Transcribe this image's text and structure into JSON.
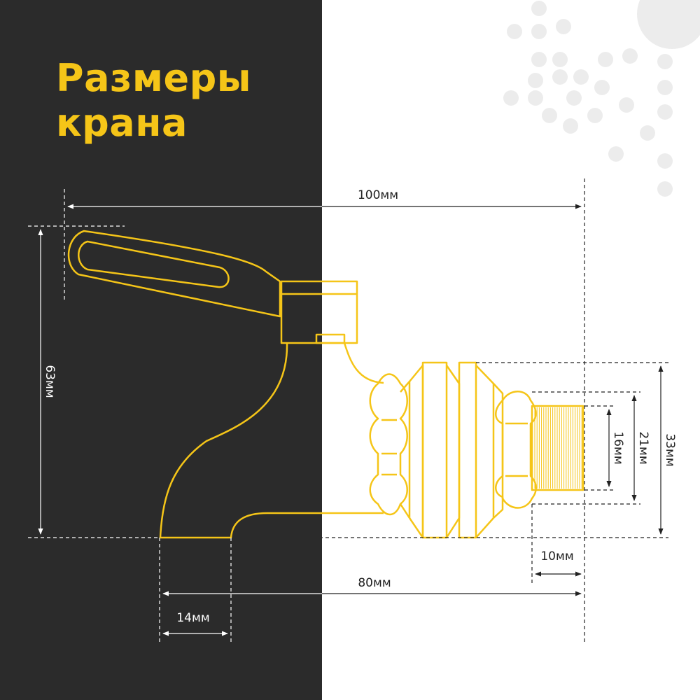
{
  "title": {
    "line1": "Размеры",
    "line2": "крана"
  },
  "dimensions": {
    "total_length": "100мм",
    "body_length": "80мм",
    "spout_width": "14мм",
    "thread_length": "10мм",
    "height": "63мм",
    "nut_diameter": "33мм",
    "thread_outer": "21мм",
    "thread_inner": "16мм"
  },
  "colors": {
    "dark_panel": "#2b2b2b",
    "accent": "#f5c518",
    "dim_light": "#ffffff",
    "dim_dark": "#222222",
    "dots": "#ececec"
  }
}
